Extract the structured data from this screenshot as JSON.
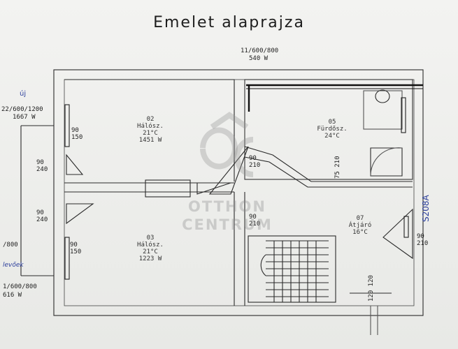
{
  "title": "Emelet alaprajza",
  "top_radiator": {
    "spec": "11/600/800",
    "power": "540 W"
  },
  "left_radiators": [
    {
      "spec": "22/600/1200",
      "power": "1667 W"
    },
    {
      "spec": "/800",
      "power": ""
    },
    {
      "spec": "1/600/800",
      "power": "616 W"
    }
  ],
  "handwritten": {
    "uj": "új",
    "left_note": "levőek",
    "right_note": "S208A"
  },
  "rooms": [
    {
      "num": "02",
      "name": "Hálósz.",
      "temp": "21°C",
      "power": "1451 W"
    },
    {
      "num": "03",
      "name": "Hálósz.",
      "temp": "21°C",
      "power": "1223 W"
    },
    {
      "num": "05",
      "name": "Fürdősz.",
      "temp": "24°C",
      "power": ""
    },
    {
      "num": "07",
      "name": "Átjáró",
      "temp": "16°C",
      "power": ""
    }
  ],
  "openings": [
    {
      "top": "90",
      "bottom": "150"
    },
    {
      "top": "90",
      "bottom": "240"
    },
    {
      "top": "90",
      "bottom": "240"
    },
    {
      "top": "90",
      "bottom": "150"
    },
    {
      "top": "90",
      "bottom": "210"
    },
    {
      "top": "90",
      "bottom": "210"
    },
    {
      "top": "75",
      "bottom": "210"
    },
    {
      "top": "90",
      "bottom": "210"
    },
    {
      "top": "120",
      "bottom": "120"
    }
  ],
  "watermark": {
    "logo": "OC",
    "line1": "OTTHON",
    "line2": "CENTRUM"
  }
}
